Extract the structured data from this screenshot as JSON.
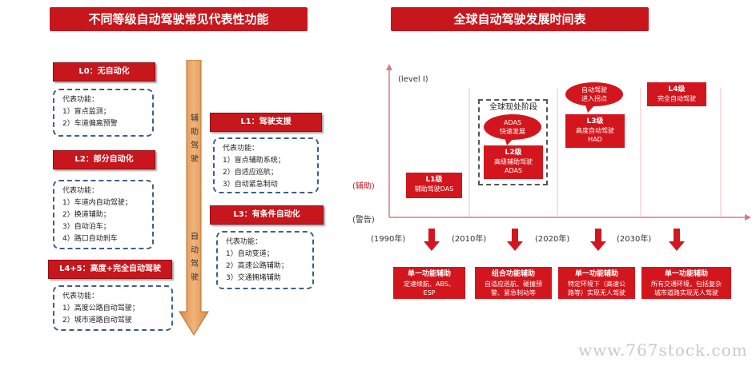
{
  "left": {
    "banner": "不同等级自动驾驶常见代表性功能",
    "axis_top": "辅助驾驶",
    "axis_bottom": "自动驾驶",
    "levels": [
      {
        "title": "L0：无自动化",
        "heading": "代表功能：",
        "items": [
          "1）盲点监测；",
          "2）车道偏离预警"
        ]
      },
      {
        "title": "L1：驾驶支援",
        "heading": "代表功能：",
        "items": [
          "1）盲点辅助系统；",
          "2）自适应巡航；",
          "3）自动紧急制动"
        ]
      },
      {
        "title": "L2：部分自动化",
        "heading": "代表功能：",
        "items": [
          "1）车道内自动驾驶；",
          "2）换道辅助；",
          "3）自动泊车；",
          "4）路口自动刹车"
        ]
      },
      {
        "title": "L3：有条件自动化",
        "heading": "代表功能：",
        "items": [
          "1）自动变道；",
          "2）高速公路辅助；",
          "3）交通拥堵辅助"
        ]
      },
      {
        "title": "L4+5：高度+完全自动驾驶",
        "heading": "代表功能：",
        "items": [
          "1）高度公路自动驾驶；",
          "2）城市道路自动驾驶"
        ]
      }
    ]
  },
  "right": {
    "banner": "全球自动驾驶发展时间表",
    "y_label": "(level I)",
    "y_mid": "(辅助)",
    "y_low": "(警告)",
    "current_stage": "全球现处阶段",
    "bubble_adas": [
      "ADAS",
      "快速发展"
    ],
    "bubble_inflection": [
      "自动驾驶",
      "进入拐点"
    ],
    "l1": [
      "L1级",
      "辅助驾驶DAS"
    ],
    "l2": [
      "L2级",
      "高级辅助驾驶",
      "ADAS"
    ],
    "l3": [
      "L3级",
      "高度自动驾驶",
      "HAD"
    ],
    "l4": [
      "L4级",
      "完全自动驾驶"
    ],
    "years": [
      "(1990年)",
      "(2010年)",
      "(2020年)",
      "(2030年)"
    ],
    "bottom": [
      {
        "title": "单一功能辅助",
        "lines": [
          "定速续航、ABS、",
          "ESP"
        ]
      },
      {
        "title": "组合功能辅助",
        "lines": [
          "自适应巡航、碰撞预",
          "警、紧急制动等"
        ]
      },
      {
        "title": "单一功能辅助",
        "lines": [
          "特定环境下（高速公",
          "路等）实现无人驾驶"
        ]
      },
      {
        "title": "单一功能辅助",
        "lines": [
          "所有交通环境，包括复杂",
          "城市道路实现无人驾驶"
        ]
      }
    ]
  },
  "watermark": "www.767stock.com",
  "colors": {
    "accent": "#c8161d",
    "dash": "#3d5f8a",
    "axis_arrow": "#e8a05c"
  }
}
